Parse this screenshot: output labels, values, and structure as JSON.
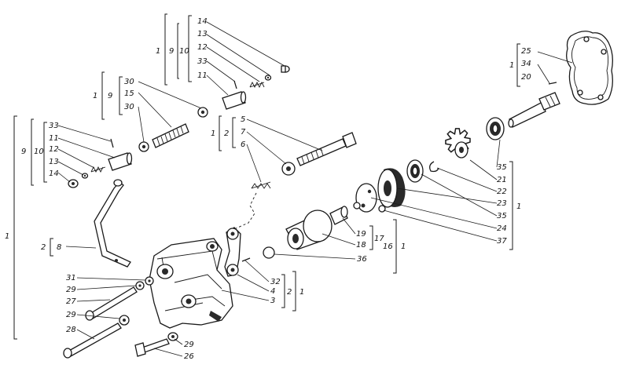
{
  "callouts": [
    {
      "id": "c14a",
      "text": "14"
    },
    {
      "id": "c13a",
      "text": "13"
    },
    {
      "id": "c12a",
      "text": "12"
    },
    {
      "id": "c33a",
      "text": "33"
    },
    {
      "id": "c11a",
      "text": "11"
    },
    {
      "id": "c1_top",
      "text": "1"
    },
    {
      "id": "c9_top",
      "text": "9"
    },
    {
      "id": "c10_top",
      "text": "10"
    },
    {
      "id": "c30a",
      "text": "30"
    },
    {
      "id": "c15",
      "text": "15"
    },
    {
      "id": "c30b",
      "text": "30"
    },
    {
      "id": "c1_mid",
      "text": "1"
    },
    {
      "id": "c9_mid",
      "text": "9"
    },
    {
      "id": "c33b",
      "text": "33"
    },
    {
      "id": "c11b",
      "text": "11"
    },
    {
      "id": "c12b",
      "text": "12"
    },
    {
      "id": "c13b",
      "text": "13"
    },
    {
      "id": "c14b",
      "text": "14"
    },
    {
      "id": "c9_left",
      "text": "9"
    },
    {
      "id": "c10_left",
      "text": "10"
    },
    {
      "id": "c1_big",
      "text": "1"
    },
    {
      "id": "c5",
      "text": "5"
    },
    {
      "id": "c7",
      "text": "7"
    },
    {
      "id": "c6",
      "text": "6"
    },
    {
      "id": "c1_b5",
      "text": "1"
    },
    {
      "id": "c2_b5",
      "text": "2"
    },
    {
      "id": "c25",
      "text": "25"
    },
    {
      "id": "c34",
      "text": "34"
    },
    {
      "id": "c20",
      "text": "20"
    },
    {
      "id": "c1_tr",
      "text": "1"
    },
    {
      "id": "c35a",
      "text": "35"
    },
    {
      "id": "c21",
      "text": "21"
    },
    {
      "id": "c22",
      "text": "22"
    },
    {
      "id": "c23",
      "text": "23"
    },
    {
      "id": "c35b",
      "text": "35"
    },
    {
      "id": "c24",
      "text": "24"
    },
    {
      "id": "c37",
      "text": "37"
    },
    {
      "id": "c1_right",
      "text": "1"
    },
    {
      "id": "c19",
      "text": "19"
    },
    {
      "id": "c17",
      "text": "17"
    },
    {
      "id": "c18",
      "text": "18"
    },
    {
      "id": "c16",
      "text": "16"
    },
    {
      "id": "c1_r2",
      "text": "1"
    },
    {
      "id": "c36",
      "text": "36"
    },
    {
      "id": "c2_b8",
      "text": "2"
    },
    {
      "id": "c8",
      "text": "8"
    },
    {
      "id": "c31",
      "text": "31"
    },
    {
      "id": "c29a",
      "text": "29"
    },
    {
      "id": "c27",
      "text": "27"
    },
    {
      "id": "c29b",
      "text": "29"
    },
    {
      "id": "c28",
      "text": "28"
    },
    {
      "id": "c32",
      "text": "32"
    },
    {
      "id": "c4",
      "text": "4"
    },
    {
      "id": "c3",
      "text": "3"
    },
    {
      "id": "c2_b3",
      "text": "2"
    },
    {
      "id": "c1_b3",
      "text": "1"
    },
    {
      "id": "c29c",
      "text": "29"
    },
    {
      "id": "c26",
      "text": "26"
    }
  ]
}
